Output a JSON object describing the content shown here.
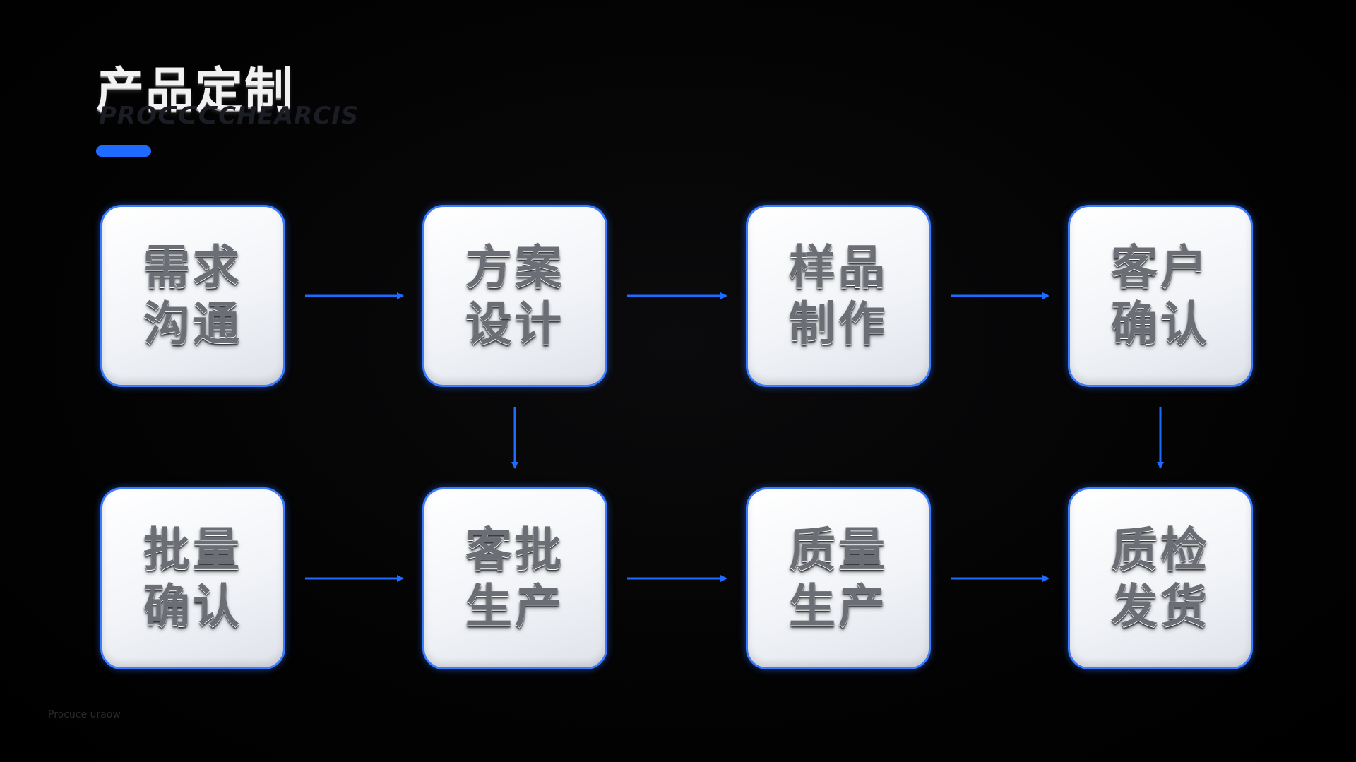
{
  "title": "产品定制",
  "subtitle": "PROᑕᑕᑕCHEARCIS",
  "footer": "Procucе uraow",
  "colors": {
    "accent": "#1f6bff",
    "arrow": "#1f6bff",
    "box_border": "#3a7bff",
    "background": "#000000"
  },
  "nodes": [
    {
      "id": "n1",
      "lines": [
        "需求",
        "沟通"
      ]
    },
    {
      "id": "n2",
      "lines": [
        "方案",
        "设计"
      ]
    },
    {
      "id": "n3",
      "lines": [
        "样品",
        "制作"
      ]
    },
    {
      "id": "n4",
      "lines": [
        "客户",
        "确认"
      ]
    },
    {
      "id": "n5",
      "lines": [
        "批量",
        "确认"
      ]
    },
    {
      "id": "n6",
      "lines": [
        "客批",
        "生产"
      ]
    },
    {
      "id": "n7",
      "lines": [
        "质量",
        "生产"
      ]
    },
    {
      "id": "n8",
      "lines": [
        "质检",
        "发货"
      ]
    }
  ],
  "edges": [
    {
      "from": "n1",
      "to": "n2"
    },
    {
      "from": "n2",
      "to": "n3"
    },
    {
      "from": "n3",
      "to": "n4"
    },
    {
      "from": "n2",
      "to": "n6"
    },
    {
      "from": "n4",
      "to": "n8"
    },
    {
      "from": "n5",
      "to": "n6"
    },
    {
      "from": "n6",
      "to": "n7"
    },
    {
      "from": "n7",
      "to": "n8"
    }
  ]
}
